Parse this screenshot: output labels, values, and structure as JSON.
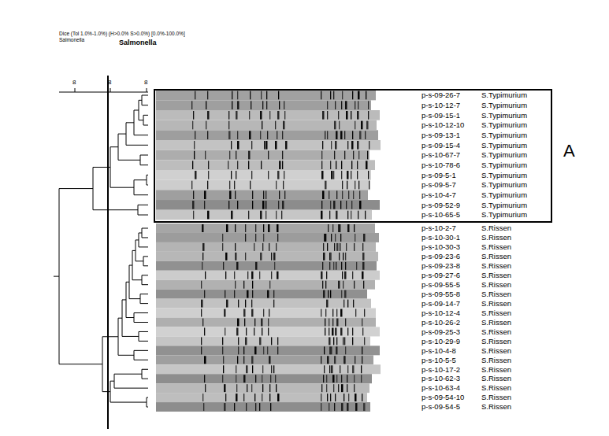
{
  "diagram": {
    "nodes": [
      {
        "text": [
          "A"
        ]
      }
    ],
    "labels": [
      "Dice (Tol 1.0%-1.0%) (H>0.0% S>0.0%) [0.0%-100.0%]",
      "Salmonella",
      "Salmonella",
      "8",
      "8",
      "8",
      "p-s-09-26-7",
      "S.Typimurium",
      "p-s-10-12-7",
      "S.Typimurium",
      "p-s-09-15-1",
      "S.Typimurium",
      "p-s-10-12-10",
      "S.Typimurium",
      "p-s-09-13-1",
      "S.Typimurium",
      "p-s-09-15-4",
      "S.Typimurium",
      "p-s-10-67-7",
      "S.Typimurium",
      "p-s-10-78-6",
      "S.Typimurium",
      "p-s-09-5-1",
      "S.Typimurium",
      "p-s-09-5-7",
      "S.Typimurium",
      "p-s-10-4-7",
      "S.Typimurium",
      "p-s-09-52-9",
      "S.Typimurium",
      "p-s-10-65-5",
      "S.Typimurium",
      "p-s-10-2-7",
      "S.Rissen",
      "p-s-10-30-1",
      "S.Rissen",
      "p-s-10-30-3",
      "S.Rissen",
      "p-s-09-23-6",
      "S.Rissen",
      "p-s-09-23-8",
      "S.Rissen",
      "p-s-09-27-6",
      "S.Rissen",
      "p-s-09-55-5",
      "S.Rissen",
      "p-s-09-55-8",
      "S.Rissen",
      "p-s-09-14-7",
      "S.Rissen",
      "p-s-10-12-4",
      "S.Rissen",
      "p-s-10-26-2",
      "S.Rissen",
      "p-s-09-25-3",
      "S.Rissen",
      "p-s-10-29-9",
      "S.Rissen",
      "p-s-10-4-8",
      "S.Rissen",
      "p-s-10-5-5",
      "S.Rissen",
      "p-s-10-17-2",
      "S.Rissen",
      "p-s-10-62-3",
      "S.Rissen",
      "p-s-10-63-4",
      "S.Rissen",
      "p-s-09-54-10",
      "S.Rissen",
      "p-s-09-54-5",
      "S.Rissen"
    ]
  }
}
